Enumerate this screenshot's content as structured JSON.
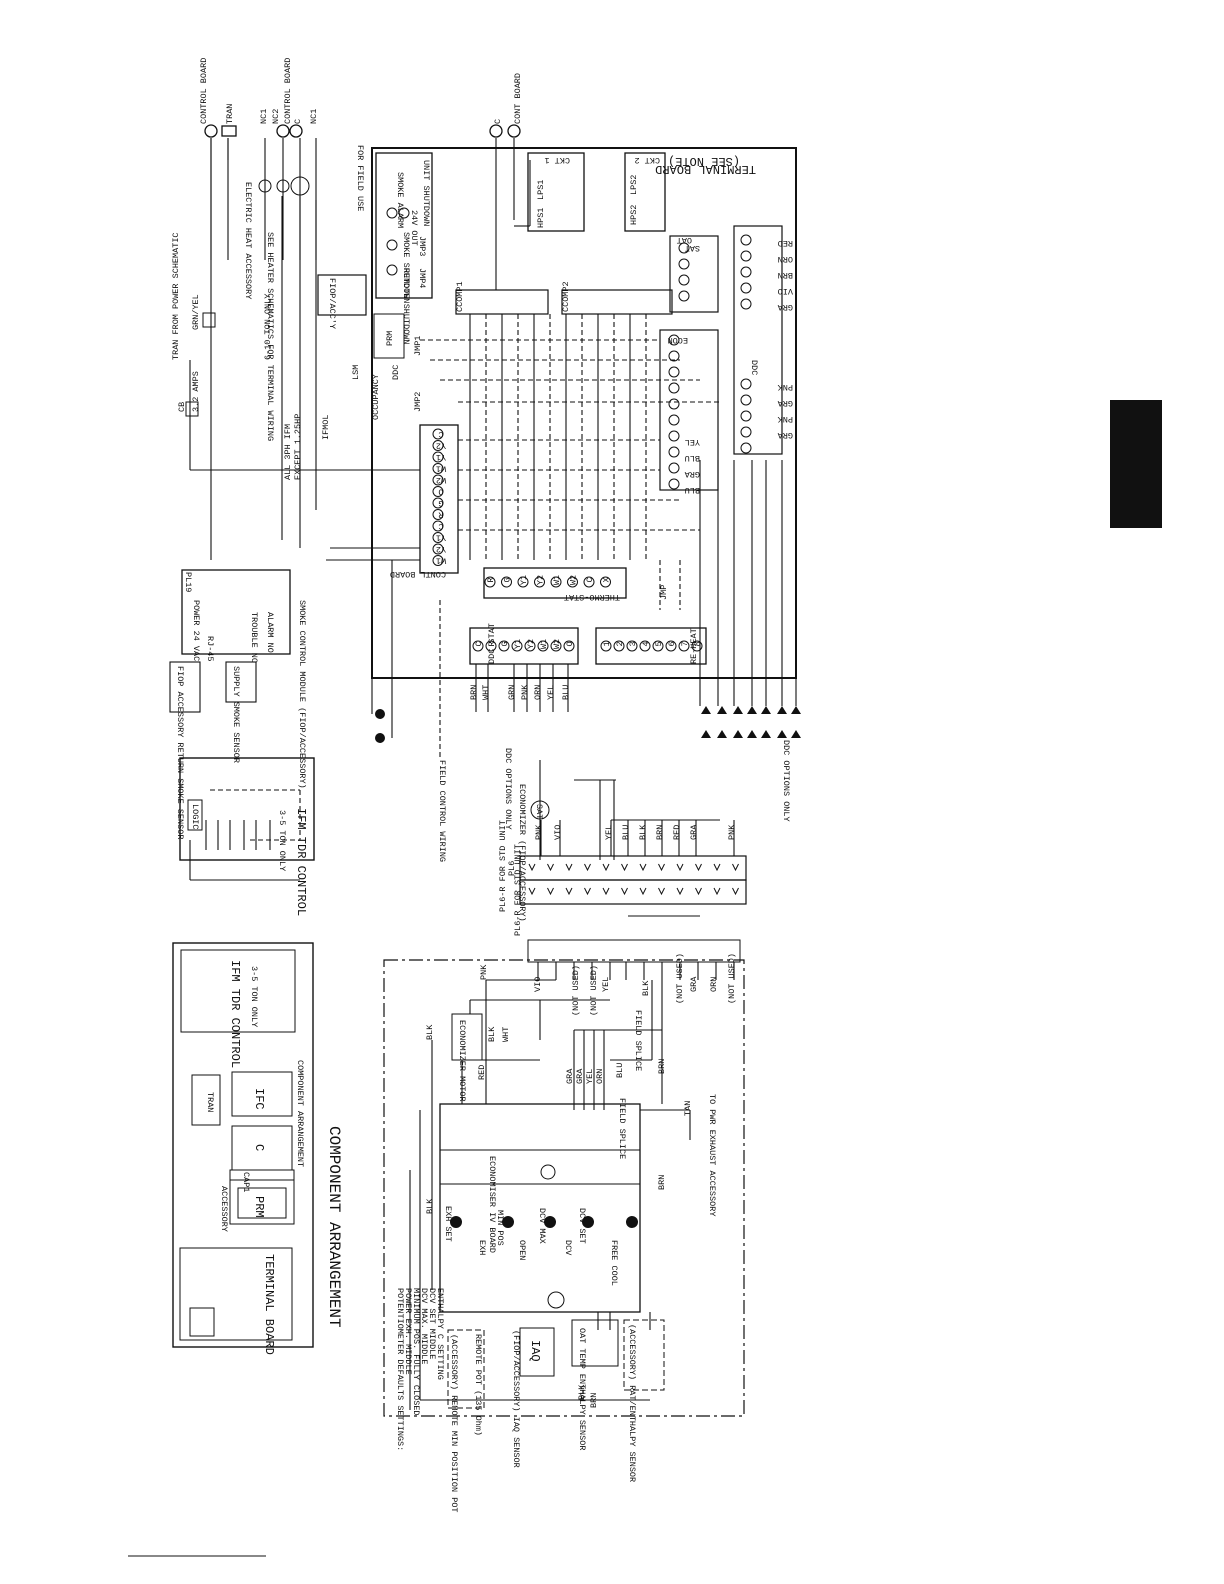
{
  "header_labels": [
    {
      "text": "CONTROL BOARD"
    },
    {
      "text": "TRAN"
    },
    {
      "text": "NC1"
    },
    {
      "text": "NC2"
    },
    {
      "text": "CONTROL BOARD"
    },
    {
      "text": "C"
    },
    {
      "text": "NC1"
    },
    {
      "text": "C"
    },
    {
      "text": "CONT BOARD"
    }
  ],
  "terminal_board": {
    "title": "TERMINAL BOARD",
    "note": "(SEE NOTE)"
  },
  "circuits": [
    {
      "label": "CKT 1"
    },
    {
      "label": "CKT 2"
    }
  ],
  "pressure_switches": [
    {
      "label": "LPS1"
    },
    {
      "label": "HPS1"
    },
    {
      "label": "LPS2"
    },
    {
      "label": "HPS2"
    }
  ],
  "smoke": {
    "unit_shutdown": "UNIT SHUTDOWN",
    "alarm": "SMOKE ALARM",
    "field_use": "FOR FIELD USE",
    "out_24v": "24V OUT",
    "smoke_shutdown": "SMOKE SHUTDOWN",
    "remote_shutdown": "REMOTE SHUTDOWN",
    "jmp3": "JMP3",
    "jmp4": "JMP4"
  },
  "transformer_labels": {
    "from_power": "TRAN FROM POWER SCHEMATIC",
    "cb": "CB",
    "amps": "3.2 AMPS",
    "grn_yel": "GRN/YEL"
  },
  "electric_heat": {
    "title": "ELECTRIC HEAT ACCESSORY",
    "heater_note": "SEE HEATER SCHEMATICS FOR TERMINAL WIRING",
    "ton_note": "6-10 TON ONLY"
  },
  "ifm_labels": {
    "fiop": "FIOP/ACC'Y",
    "prm": "PRM",
    "note_all": "ALL 3PH IFM",
    "note_except": "EXCEPT 1.25HP",
    "ifmol": "IFMOL",
    "lsm": "LSM"
  },
  "ddc": {
    "label": "DDC",
    "occupancy": "OCCUPANCY",
    "jmp1": "JMP1",
    "jmp2": "JMP2",
    "econ": "ECON",
    "sat": "SAT",
    "oat": "OAT",
    "ddc_block": "DDC"
  },
  "compressors": [
    {
      "label": "CCOMP1"
    },
    {
      "label": "CCOMP2"
    }
  ],
  "control_board": {
    "title": "CONTL BOARD",
    "terminals": [
      "C",
      "Y2",
      "Y1",
      "W1",
      "W2",
      "O",
      "G",
      "R",
      "C",
      "Y1",
      "Y2",
      "W1"
    ]
  },
  "thermostat": {
    "title": "THERMO-STAT",
    "terminals": [
      "R",
      "G",
      "Y1",
      "Y2",
      "W1",
      "W2",
      "C",
      "X"
    ]
  },
  "ddc_stat": {
    "title": "DDC STAT",
    "terminals": [
      "C",
      "R",
      "G",
      "Y1",
      "Y2",
      "W1",
      "W2",
      "O"
    ]
  },
  "reheat": {
    "title": "RE-HEAT",
    "terminals": [
      "1",
      "2",
      "3",
      "4",
      "5",
      "6",
      "7",
      "8"
    ],
    "jmp": "JMP"
  },
  "smoke_control": {
    "title": "SMOKE CONTROL MODULE (FIOP/ACCESSORY)",
    "power": "POWER 24 VAC",
    "trouble": "TROUBLE NC",
    "alarm": "ALARM NO",
    "rj45": "RJ-45",
    "return_sensor": "FIOP ACCESSORY RETURN SMOKE SENSOR",
    "supply_sensor": "SUPPLY SMOKE SENSOR",
    "pl19": "PL19"
  },
  "field_control_wiring": "FIELD CONTROL WIRING",
  "ddc_options_only": "DDC OPTIONS ONLY",
  "ddc_options_only_2": "DDC OPTIONS ONLY",
  "sat_block": {
    "title": "ECONOMIZER (FIOP/ACCESSORY)",
    "sat": "SAT"
  },
  "ifm_tdr": {
    "title": "IFM TDR CONTROL",
    "subtitle": "3-5 TON ONLY",
    "logic": "LOGIC"
  },
  "pl6": {
    "label": "PL6"
  },
  "pl6r": {
    "label": "PL6-R FOR STD UNIT"
  },
  "wire_colors": {
    "pl6": [
      "PNK",
      "VIO",
      "YEL",
      "BLU",
      "BLK",
      "BRN",
      "RED",
      "GRA",
      "PNK"
    ],
    "ddc_stat": [
      "BRN",
      "WHT",
      "GRN",
      "PNK",
      "ORN",
      "YEL",
      "BLU"
    ],
    "right_ddc": [
      "RED",
      "ORN",
      "BRN",
      "VIO",
      "GRA",
      "PNK",
      "GRA",
      "PNK",
      "GRA",
      "YEL",
      "BLU",
      "GRA",
      "BLU"
    ]
  },
  "component_arrangement": {
    "title": "COMPONENT ARRANGEMENT",
    "small_title": "COMPONENT ARRANGEMENT",
    "ifm_tdr": "IFM TDR CONTROL",
    "ifm_tdr_sub": "3-5 TON ONLY",
    "tran": "TRAN",
    "ifc": "IFC",
    "c": "C",
    "cap1": "CAP1",
    "prm": "PRM",
    "accessory": "ACCESSORY",
    "terminal_board": "TERMINAL BOARD"
  },
  "economizer": {
    "pl6r": "PL6-R FOR STD UNIT",
    "not_used": "(NOT USED)",
    "motor": "ECONOMIZER MOTOR",
    "field_splice": "FIELD SPLICE",
    "board": "ECONOMISER IV BOARD",
    "pwr_exhaust": "TO PWR EXHAUST ACCESSORY",
    "exh_set": "EXH SET",
    "min_pos": "MIN POS",
    "dcv_max": "DCV MAX",
    "dcv_set": "DCV SET",
    "open": "OPEN",
    "free_cool": "FREE COOL",
    "exh": "EXH",
    "dcv": "DCV",
    "pot_settings": [
      "POTENTIOMETER DEFAULTS SETTINGS:",
      "POWER EXH.    MIDDLE",
      "MINIMUM POS.  FULLY CLOSED",
      "DCV MAX.      MIDDLE",
      "DCV SET       MIDDLE",
      "ENTHALPY      C SETTING"
    ],
    "remote_pot": "(ACCESSORY) REMOTE MIN POSITION POT",
    "remote_pot_ohm": "REMOTE POT (135 Ohm)",
    "iaq": "(FIOP/ACCESSORY) IAQ SENSOR",
    "iaq_short": "IAQ",
    "oat_sensor": "OAT TEMP ENTHALPY SENSOR",
    "rat_sensor": "(ACCESSORY) RAT/ENTHALPY SENSOR",
    "wire_labels": [
      "PNK",
      "VIO",
      "BLK",
      "YEL",
      "BLK",
      "GRA",
      "ORN",
      "BLU",
      "BRN",
      "BLK",
      "RED",
      "WHT",
      "TAN",
      "BRN",
      "BLK",
      "GRA",
      "GRA",
      "YEL",
      "ORN",
      "BLK",
      "BRN"
    ]
  }
}
